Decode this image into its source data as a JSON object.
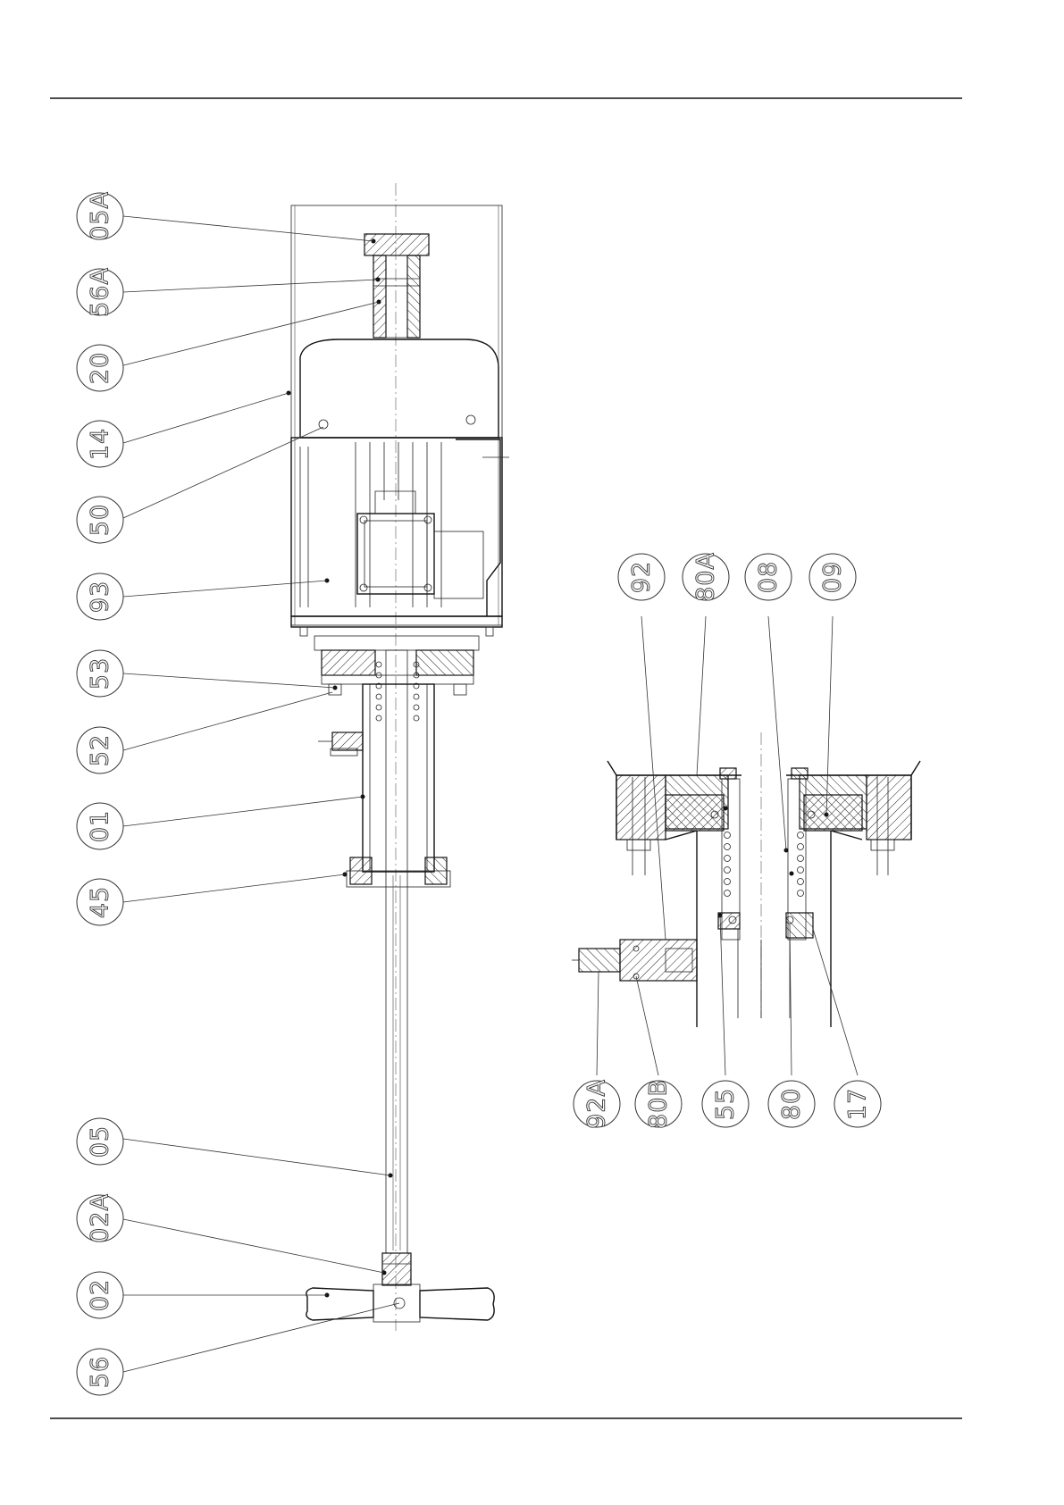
{
  "drawing": {
    "main_callouts": [
      "05A",
      "56A",
      "20",
      "14",
      "50",
      "93",
      "53",
      "52",
      "01",
      "45",
      "05",
      "02A",
      "02",
      "56"
    ],
    "detail_callouts_top": [
      "92",
      "80A",
      "08",
      "09"
    ],
    "detail_callouts_bottom": [
      "92A",
      "80B",
      "55",
      "80",
      "17"
    ]
  }
}
